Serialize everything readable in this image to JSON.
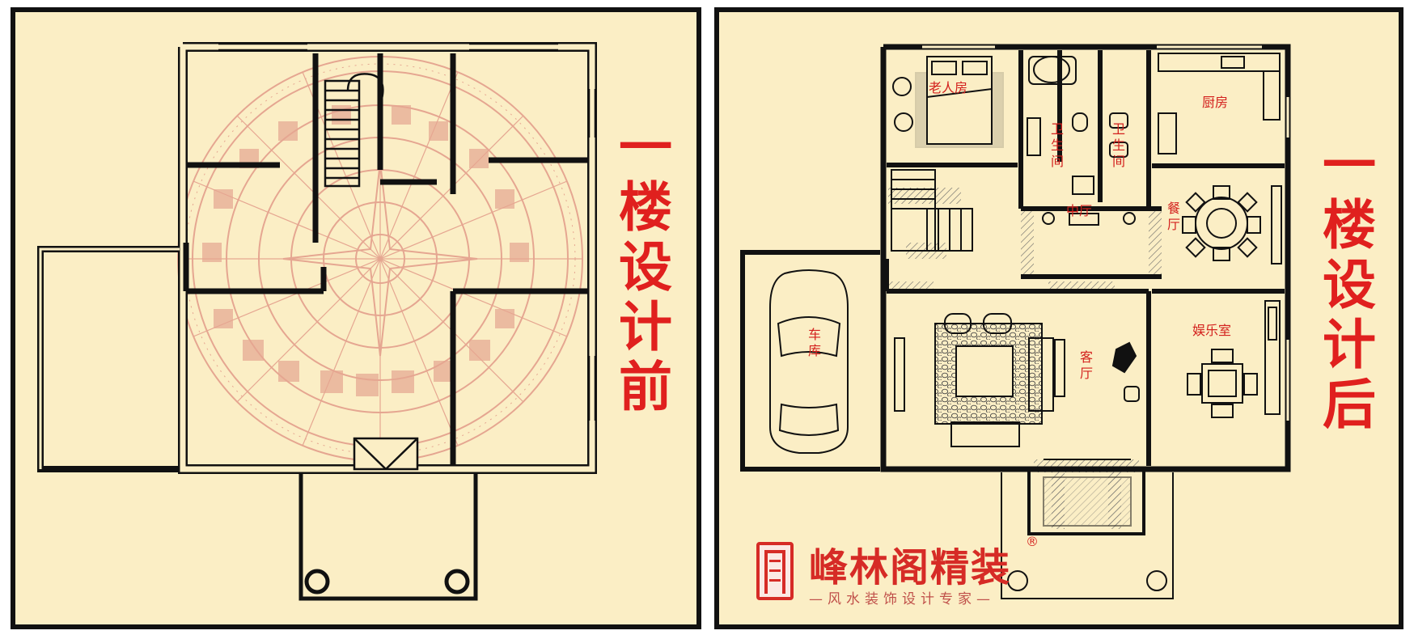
{
  "left_panel": {
    "title_chars": [
      "一",
      "楼",
      "设",
      "计",
      "前"
    ]
  },
  "right_panel": {
    "title_chars": [
      "一",
      "楼",
      "设",
      "计",
      "后"
    ],
    "rooms": {
      "elder_room": "老人房",
      "bath": "卫生间",
      "kitchen": "厨房",
      "dining": "餐厅",
      "middle_hall": "中厅",
      "garage": "车库",
      "living": "客厅",
      "entertainment": "娱乐室"
    }
  },
  "watermark": {
    "brand": "峰林阁精装",
    "registered": "®",
    "slogan": "—风水装饰设计专家—"
  },
  "colors": {
    "paper": "#fbeec5",
    "wall": "#111111",
    "title_red": "#e0201e",
    "compass_red": "#e0806a",
    "brand_red": "#d62b26"
  }
}
